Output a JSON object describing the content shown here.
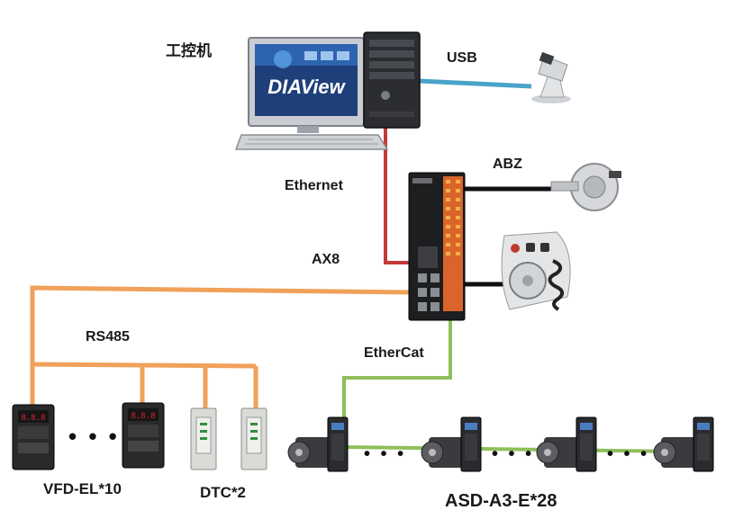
{
  "labels": {
    "ipc": "工控机",
    "usb": "USB",
    "ethernet": "Ethernet",
    "abz": "ABZ",
    "ax8": "AX8",
    "rs485": "RS485",
    "ethercat": "EtherCat",
    "vfd": "VFD-EL*10",
    "dtc": "DTC*2",
    "asd": "ASD-A3-E*28"
  },
  "screen": {
    "brand": "DIAView"
  },
  "ellipsis": "• • •",
  "colors": {
    "usb_cable": "#4aa3c9",
    "ethernet_cable": "#c23a3a",
    "rs485_cable": "#f0a15a",
    "ethercat_cable": "#8fbf5a",
    "encoder_cable": "#111111",
    "device_dark": "#2a2a2a",
    "device_light": "#d9dcd6"
  },
  "icons": {
    "ipc": "desktop-computer-icon",
    "scanner": "barcode-scanner-icon",
    "encoder": "rotary-encoder-icon",
    "handwheel": "manual-pulse-generator-icon",
    "controller": "ax8-controller-icon",
    "vfd": "vfd-drive-icon",
    "dtc": "temperature-controller-icon",
    "servo": "servo-drive-motor-icon"
  }
}
